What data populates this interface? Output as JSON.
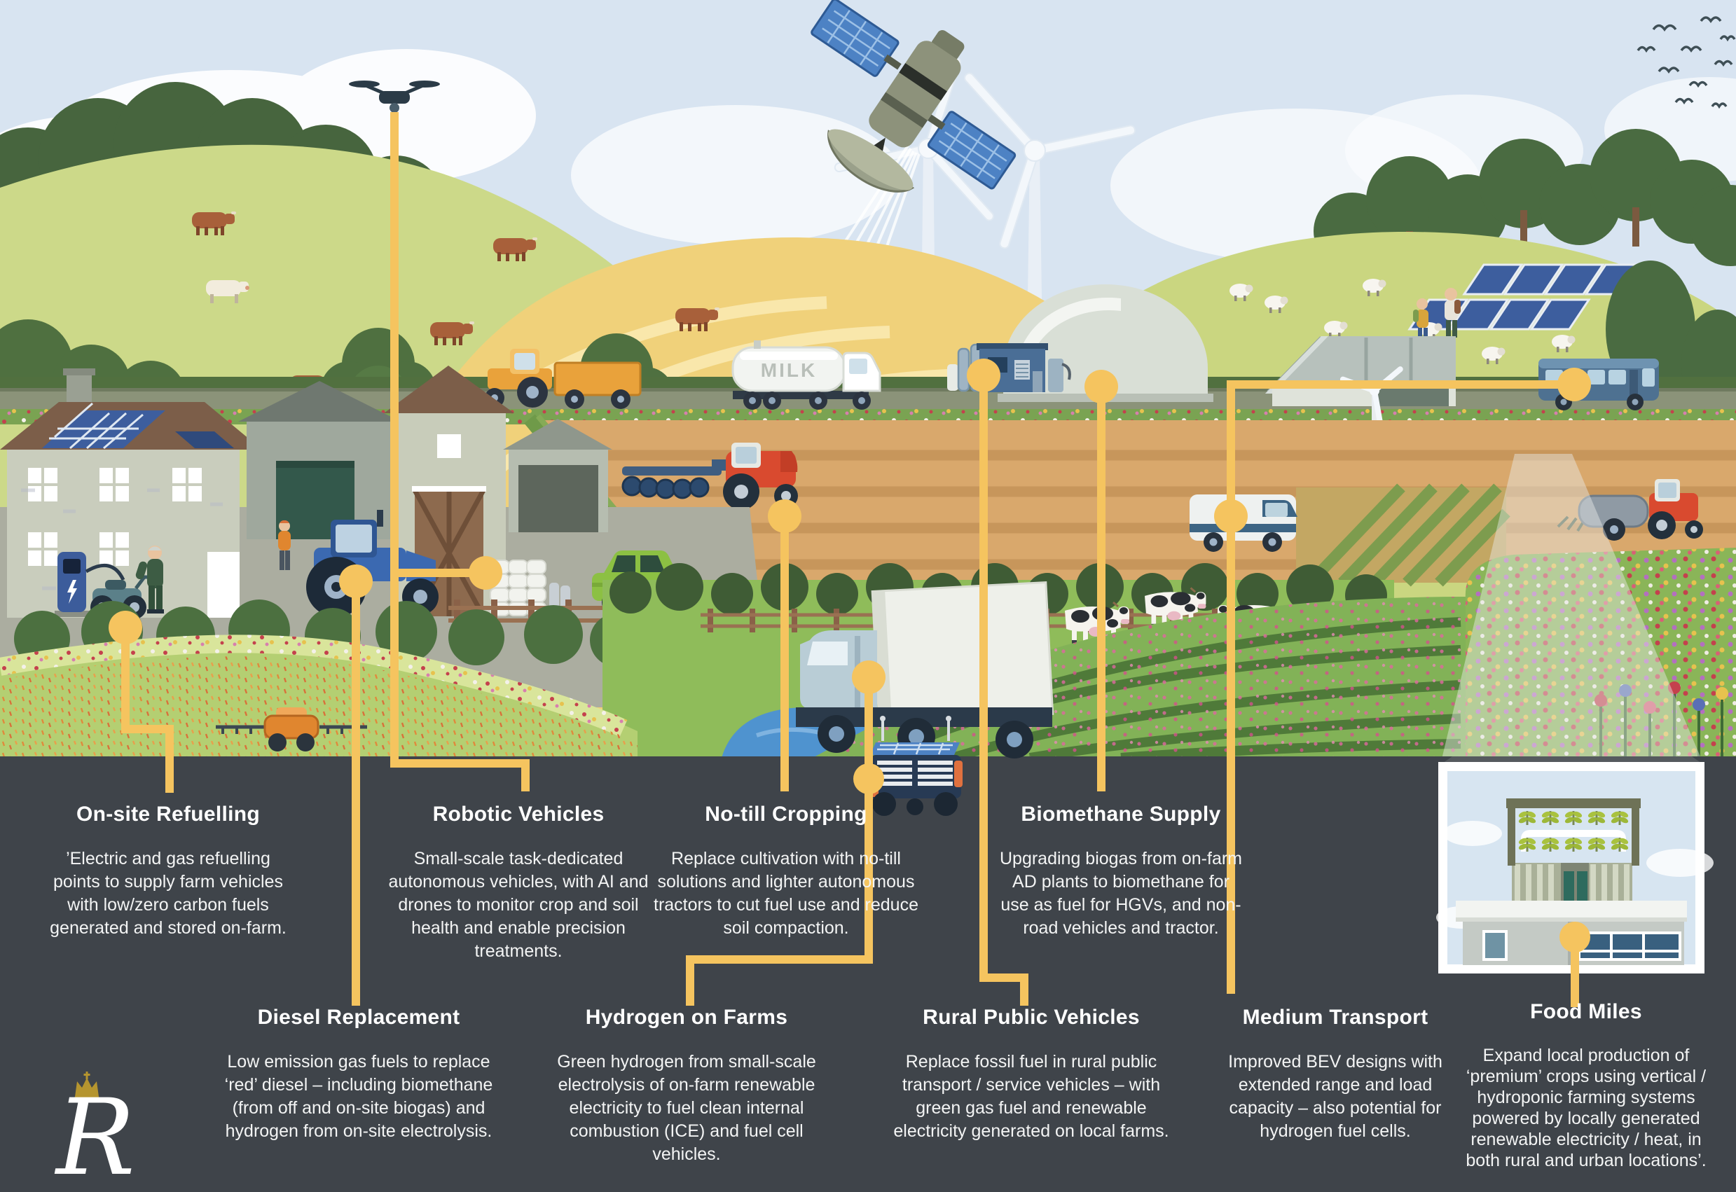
{
  "colors": {
    "accent_yellow": "#F5C45F",
    "panel_background": "#3F444A",
    "text_white": "#FFFFFF",
    "sky_blue": "#D8E4F1"
  },
  "scene": {
    "milk_truck_label": "MILK",
    "features": [
      "satellite",
      "survey-drone",
      "wind-turbines",
      "solar-farm",
      "sheep-flock",
      "hill-cattle",
      "farmhouse-with-solar",
      "electric-refuelling-point",
      "quad-bike",
      "blue-tractor",
      "autonomous-no-till-tractor",
      "ad-plant-dome",
      "gas-upgrading-unit",
      "milk-tanker",
      "rural-coach",
      "hgv-box-truck",
      "field-robot",
      "vineyard-rows",
      "electric-van",
      "vertical-farm-inset"
    ]
  },
  "monogram": {
    "letter": "R"
  },
  "callouts": [
    {
      "id": "on-site-refuelling",
      "title": "On-site Refuelling",
      "body": "’Electric and gas refuelling points to supply farm vehicles with low/zero carbon fuels generated and stored on-farm."
    },
    {
      "id": "robotic-vehicles",
      "title": "Robotic Vehicles",
      "body": "Small-scale task-dedicated autonomous vehicles, with AI and drones to monitor crop and soil health and enable precision treatments."
    },
    {
      "id": "no-till-cropping",
      "title": "No-till Cropping",
      "body": "Replace cultivation with no-till solutions and lighter autonomous tractors to cut fuel use and reduce soil compaction."
    },
    {
      "id": "biomethane-supply",
      "title": "Biomethane Supply",
      "body": "Upgrading biogas from on-farm AD plants to biomethane for use as fuel for HGVs, and non-road vehicles and tractor."
    },
    {
      "id": "diesel-replacement",
      "title": "Diesel Replacement",
      "body": "Low emission gas fuels to replace ‘red’ diesel – including biomethane (from off and on-site biogas) and hydrogen from on-site electrolysis."
    },
    {
      "id": "hydrogen-on-farms",
      "title": "Hydrogen on Farms",
      "body": "Green hydrogen from small-scale electrolysis of on-farm renewable electricity to fuel clean internal combustion (ICE) and fuel cell vehicles."
    },
    {
      "id": "rural-public-vehicles",
      "title": "Rural Public Vehicles",
      "body": "Replace fossil fuel in rural public transport / service vehicles – with green gas fuel and renewable electricity generated on local farms."
    },
    {
      "id": "medium-transport",
      "title": "Medium Transport",
      "body": "Improved BEV designs with extended range and load capacity – also potential for hydrogen fuel cells."
    },
    {
      "id": "food-miles",
      "title": "Food Miles",
      "body": "Expand local production of ‘premium’ crops using vertical / hydroponic farming systems powered by locally generated renewable electricity / heat, in both rural and urban locations’."
    }
  ]
}
